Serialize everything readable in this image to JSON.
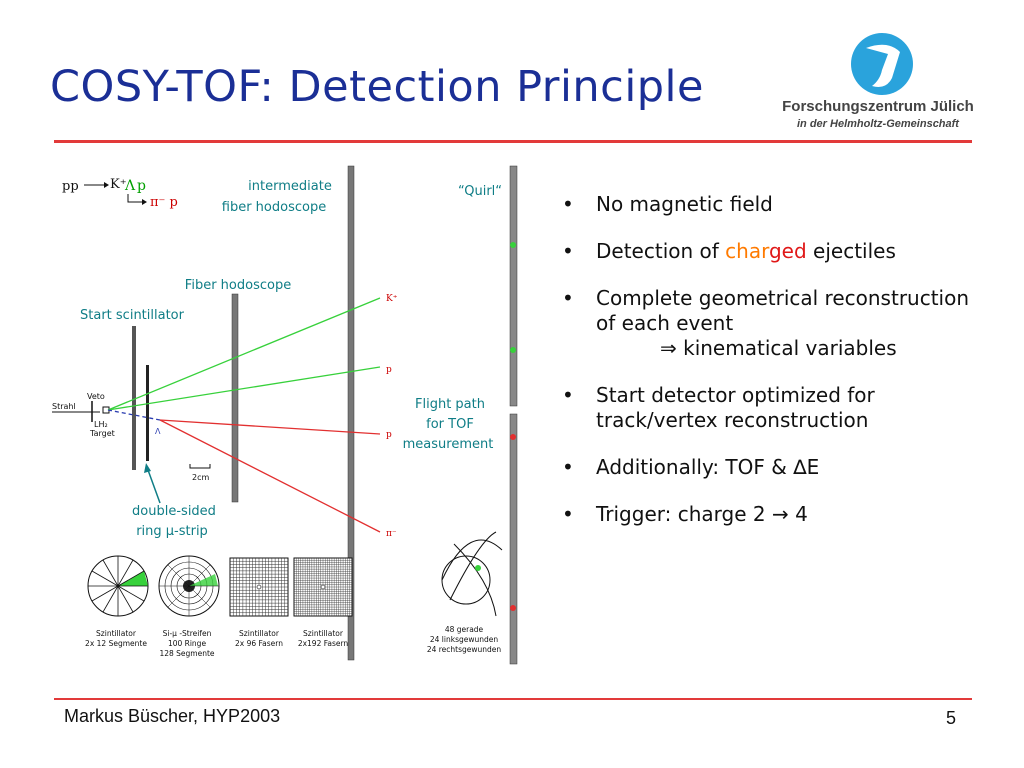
{
  "slide": {
    "title": "COSY-TOF: Detection Principle",
    "footer_author": "Markus Büscher, HYP2003",
    "page_number": "5"
  },
  "logo": {
    "name": "Forschungszentrum Jülich",
    "subtitle": "in der Helmholtz-Gemeinschaft"
  },
  "bullets": {
    "b1": "No magnetic field",
    "b2_pre": "Detection of ",
    "b2_a": "char",
    "b2_b": "ged",
    "b2_post": " ejectiles",
    "b3_line1": "Complete geometrical reconstruction of each event",
    "b3_line2": "⇒ kinematical variables",
    "b4": "Start detector optimized for track/vertex reconstruction",
    "b5": "Additionally: TOF & ∆E",
    "b6": "Trigger: charge 2 → 4"
  },
  "diagram": {
    "reaction_pp": "pp",
    "reaction_k": "K⁺",
    "reaction_lambda": "Λ",
    "reaction_p": "p",
    "reaction_decay": "π⁻ p",
    "label_intermediate_1": "intermediate",
    "label_intermediate_2": "fiber hodoscope",
    "label_quirl": "“Quirl“",
    "label_fiber": "Fiber hodoscope",
    "label_start": "Start scintillator",
    "label_flight_1": "Flight path",
    "label_flight_2": "for TOF",
    "label_flight_3": "measurement",
    "label_double_1": "double-sided",
    "label_double_2": "ring µ-strip",
    "label_strahl": "Strahl",
    "label_veto": "Veto",
    "label_lh2": "LH₂",
    "label_target": "Target",
    "label_lambda_small": "Λ",
    "label_scale": "2cm",
    "track_k": "K⁺",
    "track_p1": "p",
    "track_p2": "p",
    "track_pi": "π⁻",
    "caption1_1": "Szintillator",
    "caption1_2": "2x 12 Segmente",
    "caption2_1": "Si-µ -Streifen",
    "caption2_2": "100 Ringe",
    "caption2_3": "128 Segmente",
    "caption3_1": "Szintillator",
    "caption3_2": "2x 96 Fasern",
    "caption4_1": "Szintillator",
    "caption4_2": "2x192 Fasern",
    "caption5_1": "48 gerade",
    "caption5_2": "24 linksgewunden",
    "caption5_3": "24 rechtsgewunden"
  },
  "colors": {
    "title": "#1b2f96",
    "rule": "#e23a3a",
    "label_teal": "#0f7d86",
    "track_green": "#37d13b",
    "track_red": "#e23030",
    "charged_orange": "#ff7a00",
    "charged_red": "#e01818"
  }
}
